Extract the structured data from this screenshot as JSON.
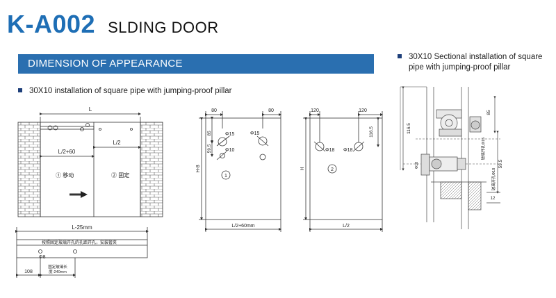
{
  "header": {
    "model": "K-A002",
    "product": "SLDING DOOR"
  },
  "section": {
    "title": "DIMENSION OF APPEARANCE"
  },
  "captions": {
    "main": "30X10 installation of square pipe with jumping-proof pillar",
    "side_line1": "30X10 Sectional installation of square",
    "side_line2": "pipe with jumping-proof pillar"
  },
  "drawing1": {
    "dim_L": "L",
    "dim_L2_60": "L/2+60",
    "dim_L2": "L/2",
    "move_label": "① 移动",
    "fixed_label": "② 固定",
    "dim_L25": "L-25mm",
    "note": "按照固定玻璃开孔的孔距开孔，安装管夹",
    "hole": "Φ8",
    "dim_108": "108",
    "fixed_glass_line1": "固定玻璃长",
    "fixed_glass_line2": "度-240mm"
  },
  "drawing2": {
    "dim_80a": "80",
    "dim_80b": "80",
    "dim_85": "85",
    "dim_595": "59.5",
    "phi15a": "Φ15",
    "phi15b": "Φ15",
    "phi10": "Φ10",
    "number": "1",
    "dim_H8": "H-8",
    "dim_bottom": "L/2+60mm"
  },
  "drawing3": {
    "dim_120a": "120",
    "dim_120b": "120",
    "dim_1165": "116.5",
    "phi18a": "Φ18",
    "phi18b": "Φ18",
    "number": "2",
    "dim_H": "H",
    "dim_bottom": "L/2"
  },
  "drawing4": {
    "dim_1165": "116.5",
    "dim_85": "85",
    "dim_595": "59.5",
    "phi15": "玻璃开孔Φ15",
    "phi18": "Φ18",
    "phi18b": "玻璃开孔Φ18",
    "dim_12": "12"
  }
}
